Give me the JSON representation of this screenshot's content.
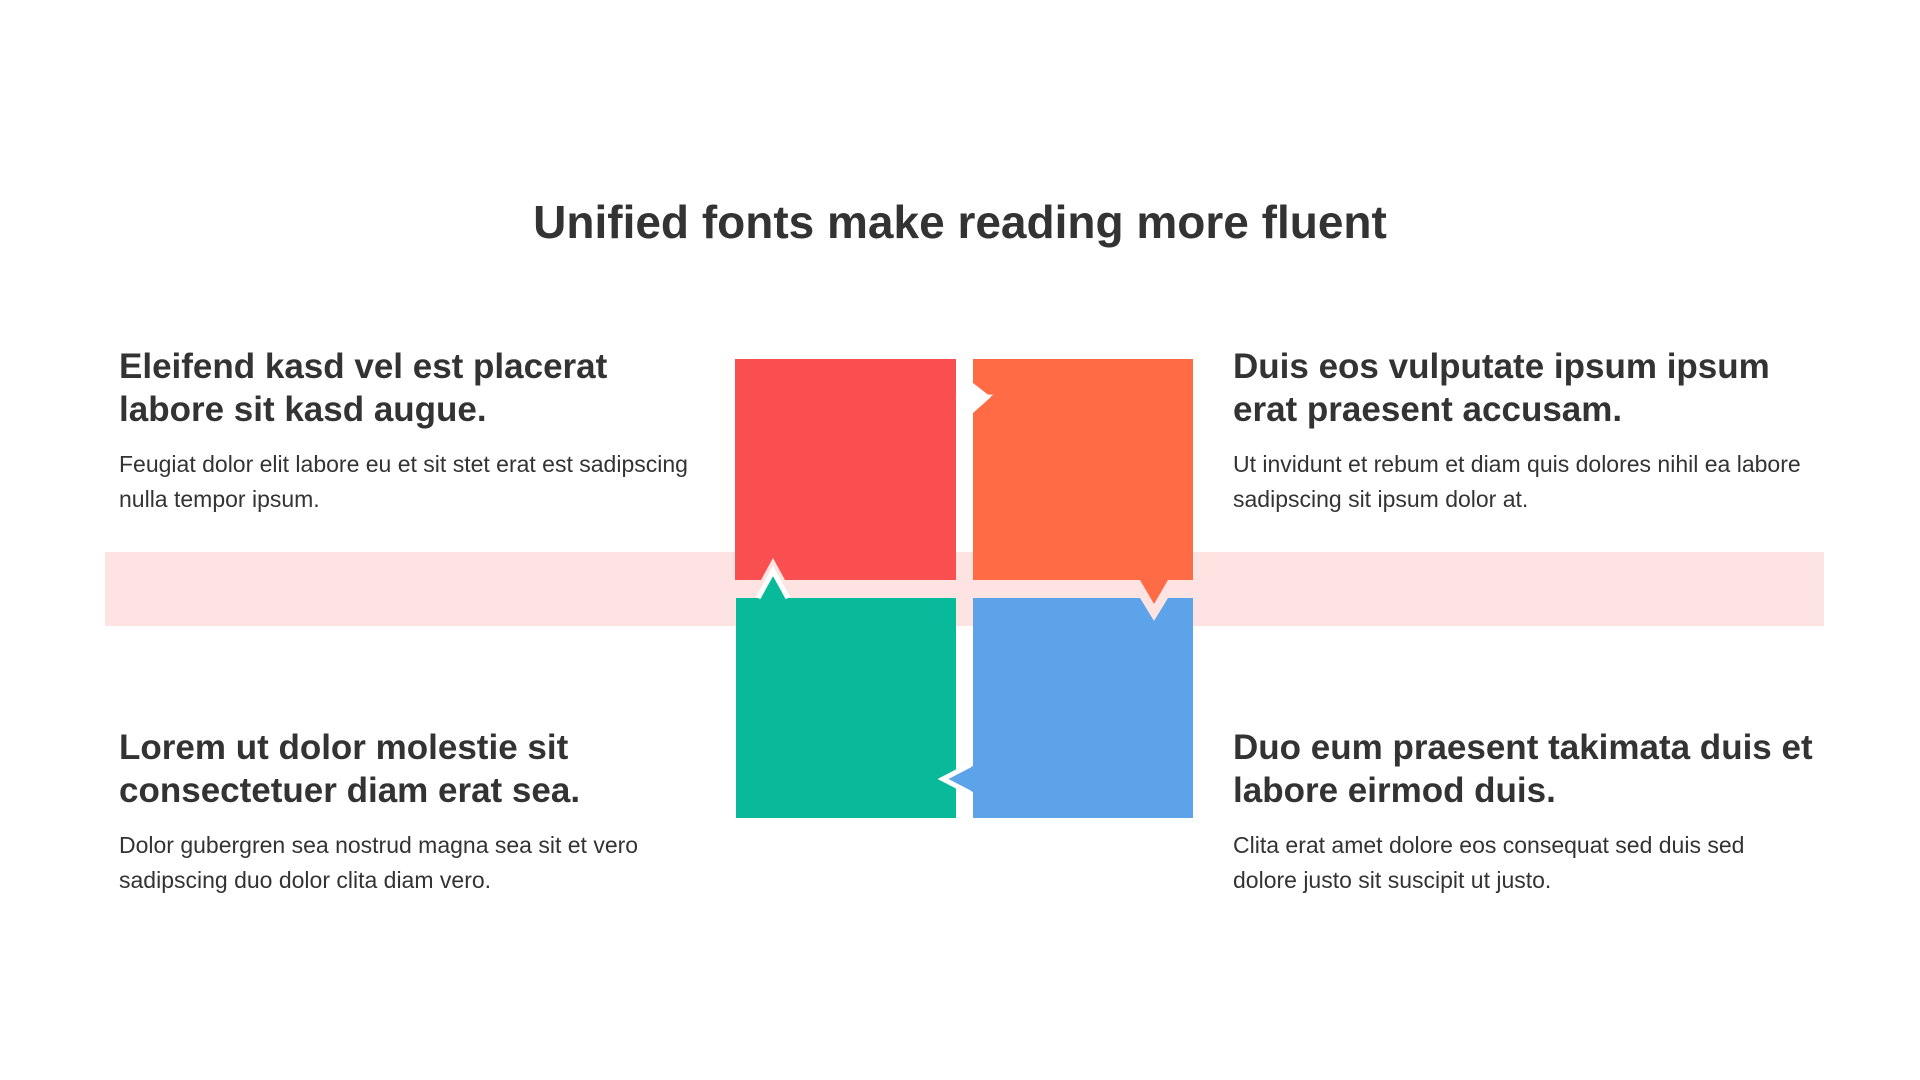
{
  "title": "Unified fonts make reading more fluent",
  "colors": {
    "red": "#f94f51",
    "orange": "#ff6b45",
    "green": "#08ba9a",
    "blue": "#5ca3ea",
    "band": "#fde4e2",
    "text": "#333333"
  },
  "blocks": {
    "top_left": {
      "heading": "Eleifend kasd vel est placerat labore sit kasd augue.",
      "body": "Feugiat dolor elit labore eu et sit stet erat est sadipscing nulla tempor ipsum."
    },
    "top_right": {
      "heading": "Duis eos vulputate ipsum ipsum erat praesent accusam.",
      "body": "Ut invidunt et rebum et diam quis dolores nihil ea labore sadipscing sit ipsum dolor at."
    },
    "bottom_left": {
      "heading": "Lorem ut dolor molestie sit consectetuer diam erat sea.",
      "body": "Dolor gubergren sea nostrud magna sea sit et vero sadipscing duo dolor clita diam vero."
    },
    "bottom_right": {
      "heading": "Duo eum praesent takimata duis et labore eirmod duis.",
      "body": "Clita erat amet dolore eos consequat sed duis sed dolore justo sit suscipit ut justo."
    }
  }
}
